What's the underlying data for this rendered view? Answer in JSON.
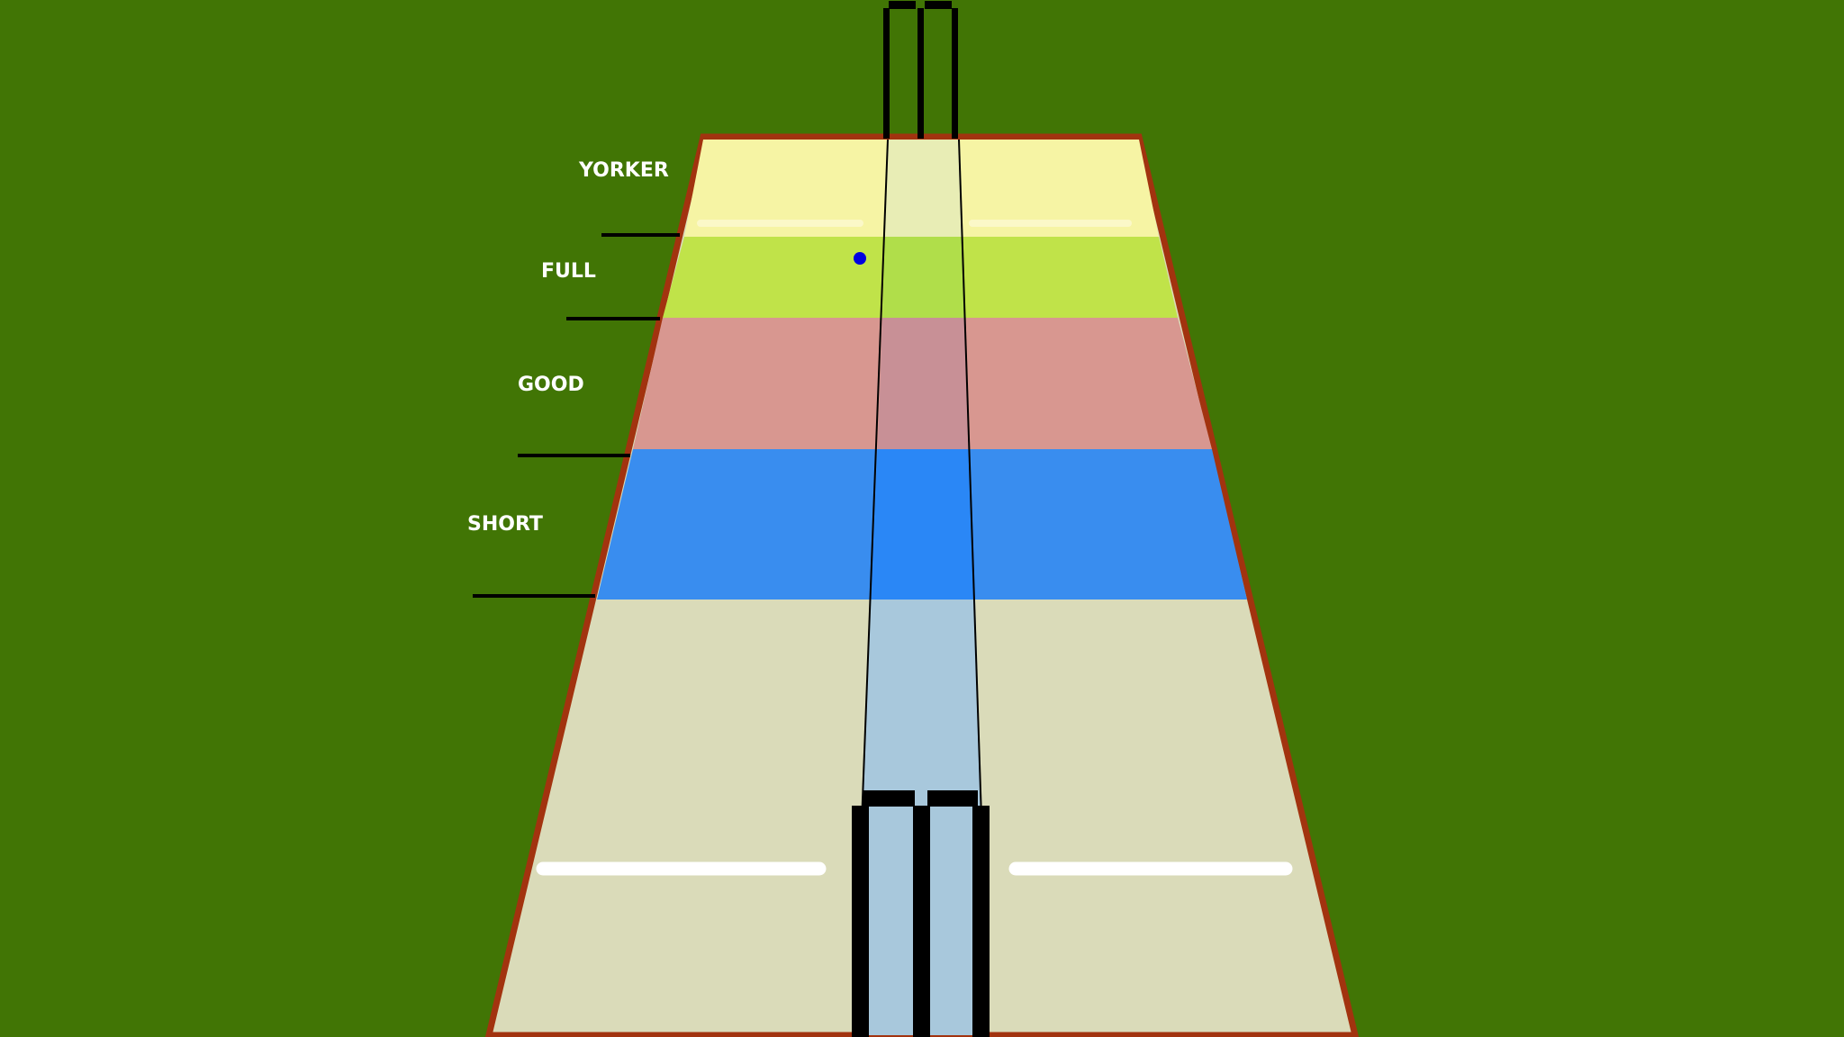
{
  "field": {
    "grass_color": "#417505",
    "pitch_color": "#dadbb9",
    "pitch_border_color": "#a2330f",
    "stump_color": "#000000",
    "crease_color": "#ffffff"
  },
  "zones": [
    {
      "key": "yorker",
      "label": "YORKER",
      "color": "#f6f4a4"
    },
    {
      "key": "full",
      "label": "FULL",
      "color": "#c0e349"
    },
    {
      "key": "good",
      "label": "GOOD",
      "color": "#d89790"
    },
    {
      "key": "short",
      "label": "SHORT",
      "color": "#398def"
    }
  ],
  "corridor": {
    "top_color": "#e8edb5",
    "full_color": "#b0de4a",
    "good_color": "#c89096",
    "short_color": "#2a87f6",
    "lower_color": "#a8c8dc"
  },
  "ball": {
    "color": "#0000e0"
  }
}
